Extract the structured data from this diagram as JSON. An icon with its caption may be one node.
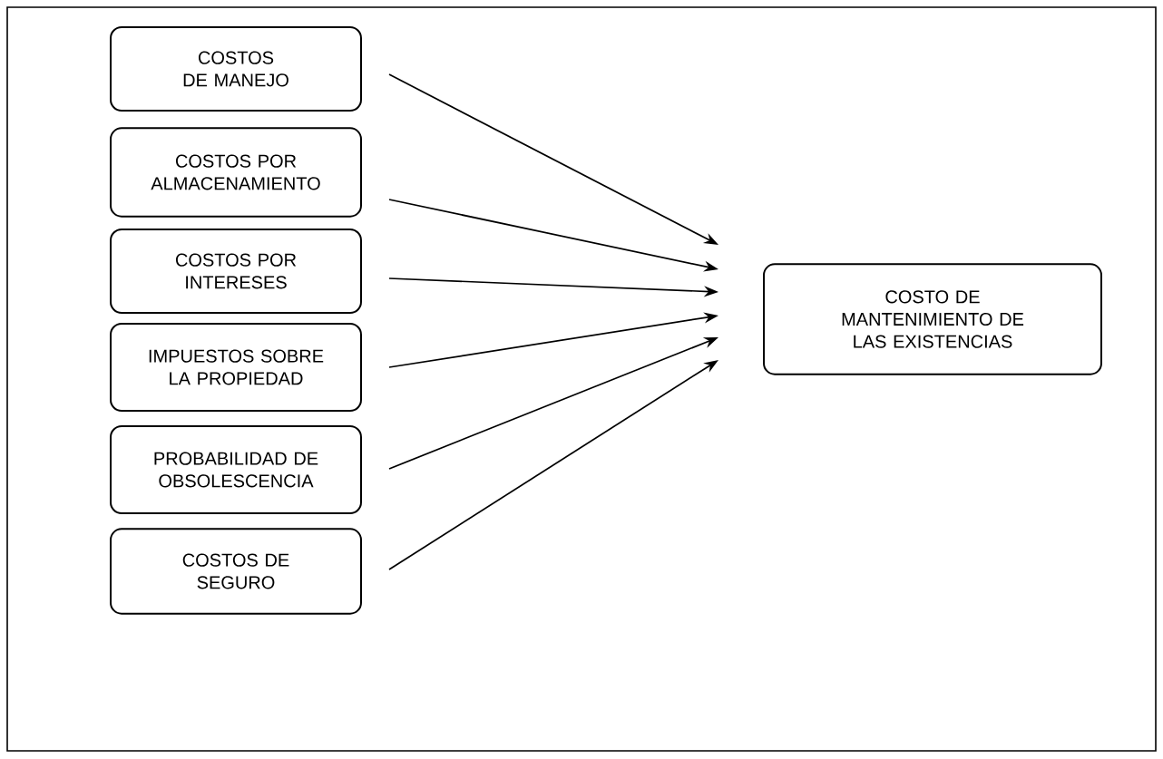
{
  "diagram": {
    "nodes": [
      {
        "text": [
          "COSTOS DE MANEJO"
        ]
      },
      {
        "text": [
          "COSTOS POR ALMACENAMIENTO"
        ]
      },
      {
        "text": [
          "COSTOS POR INTERESES"
        ]
      },
      {
        "text": [
          "IMPUESTOS SOBRE LA PROPIEDAD"
        ]
      },
      {
        "text": [
          "PROBABILIDAD DE OBSOLESCENCIA"
        ]
      },
      {
        "text": [
          "COSTOS DE SEGURO"
        ]
      },
      {
        "text": [
          "COSTO DE MANTENIMIENTO DE LAS EXISTENCIAS"
        ]
      }
    ],
    "edges": [
      {
        "from": 0,
        "to": 6,
        "arrow": "to"
      },
      {
        "from": 1,
        "to": 6,
        "arrow": "to"
      },
      {
        "from": 2,
        "to": 6,
        "arrow": "to"
      },
      {
        "from": 3,
        "to": 6,
        "arrow": "to"
      },
      {
        "from": 4,
        "to": 6,
        "arrow": "to"
      },
      {
        "from": 5,
        "to": 6,
        "arrow": "to"
      }
    ]
  }
}
